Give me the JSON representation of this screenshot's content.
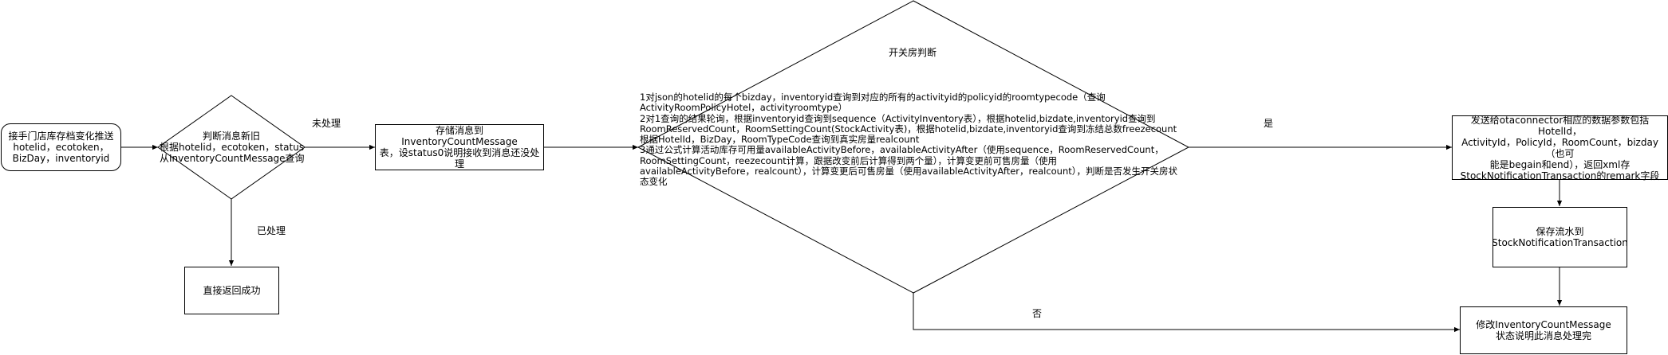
{
  "nodes": {
    "start": [
      "接手门店库存档变化推送",
      "hotelid，ecotoken，",
      "BizDay，inventoryid"
    ],
    "judge_new": [
      "判断消息新旧",
      "根据hotelid，ecotoken，status",
      "从InventoryCountMessage查询"
    ],
    "store_msg": [
      "存储消息到InventoryCountMessage",
      "表，设status0说明接收到消息还没处",
      "理"
    ],
    "return_ok": "直接返回成功",
    "big_decision_title": "开关房判断",
    "big_decision_text": [
      "1对json的hotelid的每个bizday，inventoryid查询到对应的所有的activityid的policyid的roomtypecode（查询",
      "ActivityRoomPolicyHotel，activityroomtype）",
      "2对1查询的结果轮询，根据inventoryid查询到sequence（ActivityInventory表），根据hotelid,bizdate,inventoryid查询到",
      "RoomReservedCount，RoomSettingCount(StockActivity表)，根据hotelid,bizdate,inventoryid查询到冻结总数freezecount",
      "根据HotelId，BizDay，RoomTypeCode查询到真实房量realcount",
      "3通过公式计算活动库存可用量availableActivityBefore，availableActivityAfter（使用sequence，RoomReservedCount，",
      "RoomSettingCount，reezecount计算，跟据改变前后计算得到两个量），计算变更前可售房量（使用",
      "availableActivityBefore，realcount），计算变更后可售房量（使用availableActivityAfter，realcount），判断是否发生开关房状",
      "态变化"
    ],
    "send_ota": [
      "发送给otaconnector相应的数据参数包括HotelId，",
      "ActivityId，PolicyId，RoomCount，bizday（也可",
      "能是begain和end），返回xml存",
      "StockNotificationTransaction的remark字段"
    ],
    "save_flow": [
      "保存流水到",
      "StockNotificationTransaction"
    ],
    "update_msg": [
      "修改InventoryCountMessage",
      "状态说明此消息处理完"
    ]
  },
  "edge_labels": {
    "unprocessed": "未处理",
    "processed": "已处理",
    "yes": "是",
    "no": "否"
  }
}
